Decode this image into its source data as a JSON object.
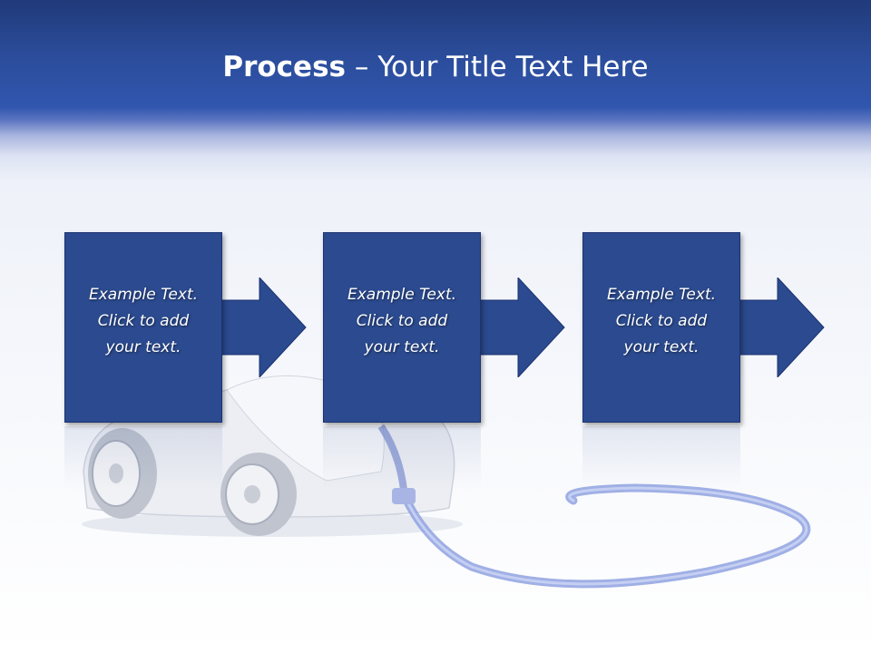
{
  "slide": {
    "title_bold": "Process",
    "title_rest": " – Your Title Text Here"
  },
  "steps": [
    {
      "text": "Example Text.\nClick  to add\nyour text."
    },
    {
      "text": "Example Text.\nClick  to add\nyour text."
    },
    {
      "text": "Example Text.\nClick  to add\nyour text."
    }
  ],
  "colors": {
    "header_blue": "#2b4c9a",
    "box_blue": "#2b4a8f",
    "box_text": "#ffffff"
  }
}
